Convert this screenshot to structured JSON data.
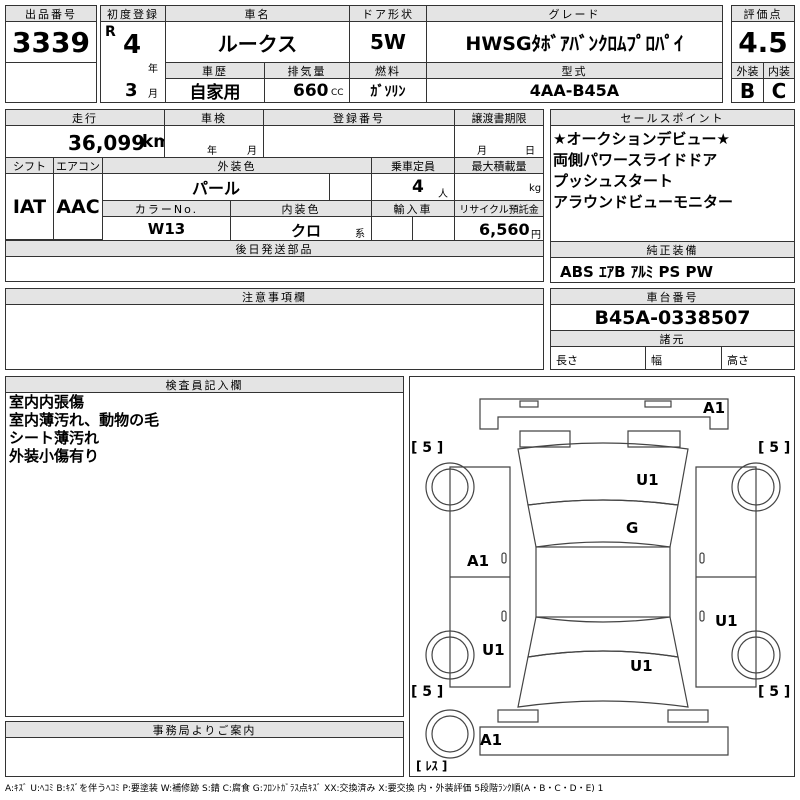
{
  "header": {
    "lot_label": "出品番号",
    "lot_no": "3339",
    "first_reg_label": "初度登録",
    "era": "R",
    "year": "4",
    "year_unit": "年",
    "month": "3",
    "month_unit": "月",
    "car_name_label": "車名",
    "car_name": "ルークス",
    "door_label": "ドア形状",
    "door": "5W",
    "grade_label": "グレード",
    "grade": "HWSGﾀﾎﾞｱﾊﾞﾝｸﾛﾑﾌﾟﾛﾊﾟｲ",
    "score_label": "評価点",
    "score": "4.5",
    "history_label": "車歴",
    "history": "自家用",
    "disp_label": "排気量",
    "disp": "660",
    "disp_unit": "CC",
    "fuel_label": "燃料",
    "fuel": "ｶﾞｿﾘﾝ",
    "model_label": "型式",
    "model": "4AA-B45A",
    "ext_label": "外装",
    "ext_grade": "B",
    "int_label": "内装",
    "int_grade": "C"
  },
  "row2": {
    "mileage_label": "走行",
    "mileage": "36,099",
    "mileage_unit": "km",
    "inspection_label": "車検",
    "insp_year_unit": "年",
    "insp_month_unit": "月",
    "reg_no_label": "登録番号",
    "transfer_label": "譲渡書期限",
    "transfer_month_unit": "月",
    "transfer_day_unit": "日",
    "shift_label": "シフト",
    "shift": "IAT",
    "ac_label": "エアコン",
    "ac": "AAC",
    "color_label": "外装色",
    "color": "パール",
    "capacity_label": "乗車定員",
    "capacity": "4",
    "capacity_unit": "人",
    "load_label": "最大積載量",
    "load_unit": "kg",
    "color_no_label": "カラーNo.",
    "color_no": "W13",
    "int_color_label": "内装色",
    "int_color": "クロ",
    "int_color_unit": "系",
    "import_label": "輸入車",
    "recycle_label": "リサイクル預託金",
    "recycle": "6,560",
    "recycle_unit": "円",
    "later_parts_label": "後日発送部品"
  },
  "selling_points": {
    "label": "セールスポイント",
    "items": [
      "★オークションデビュー★",
      "両側パワースライドドア",
      "プッシュスタート",
      "アラウンドビューモニター"
    ]
  },
  "equipment": {
    "label": "純正装備",
    "value": "ABS ｴｱB ｱﾙﾐ PS PW"
  },
  "notes": {
    "label": "注意事項欄"
  },
  "chassis": {
    "label": "車台番号",
    "value": "B45A-0338507",
    "spec_label": "諸元",
    "length_label": "長さ",
    "width_label": "幅",
    "height_label": "高さ"
  },
  "inspector": {
    "label": "検査員記入欄",
    "lines": [
      "室内内張傷",
      "室内薄汚れ、動物の毛",
      "シート薄汚れ",
      "外装小傷有り"
    ]
  },
  "office": {
    "label": "事務局よりご案内"
  },
  "diagram": {
    "tire_fl": "[ 5 ]",
    "tire_fr": "[ 5 ]",
    "tire_rl": "[ 5 ]",
    "tire_rr": "[ 5 ]",
    "spare": "[ ﾚｽ ]",
    "marks": {
      "front_bumper": "A1",
      "hood": "U1",
      "windshield": "G",
      "left_front_door": "A1",
      "right_rear_door": "U1",
      "left_rear_wheel": "U1",
      "rear_body": "U1",
      "rear_bumper": "A1"
    }
  },
  "legend": "A:ｷｽﾞ U:ﾍｺﾐ B:ｷｽﾞを伴うﾍｺﾐ P:要塗装 W:補修跡 S:錆 C:腐食 G:ﾌﾛﾝﾄｶﾞﾗｽ点ｷｽﾞ XX:交換済み X:要交換 内・外装評価 5段階ﾗﾝｸ順(A・B・C・D・E) 1"
}
